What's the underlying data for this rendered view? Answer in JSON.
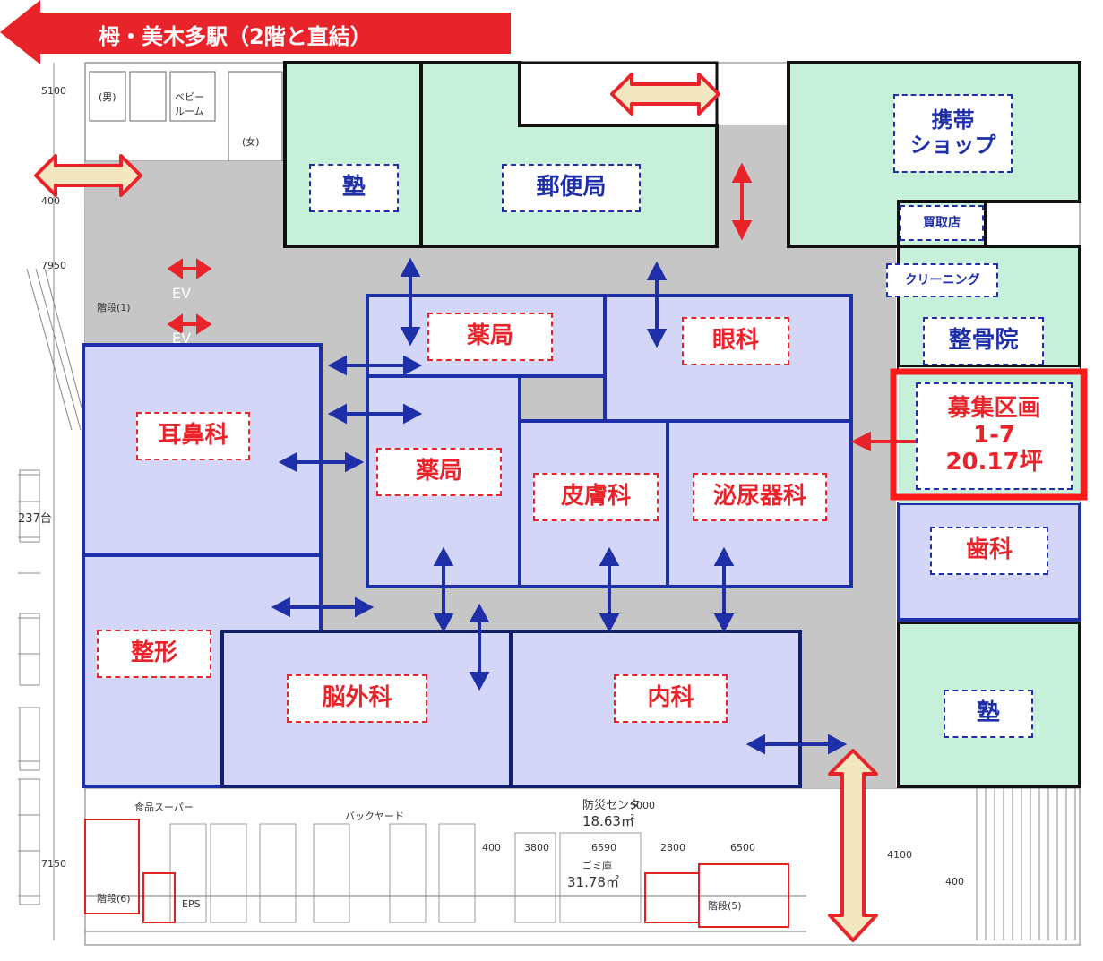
{
  "banner": {
    "label": "栂・美木多駅（2階と直結）",
    "color": "#e8232a"
  },
  "legend_colors": {
    "clinic_fill": "#d3d6f7",
    "clinic_border": "#1f2fa8",
    "existing_tenant_fill": "#c7f0da",
    "corridor_fill": "#c6c6c6",
    "highlight_border": "#ff1a1a",
    "arrow_blue": "#1f2fa8",
    "arrow_red": "#e8232a",
    "arrow_beige": "#f3e7c1"
  },
  "tenants": {
    "juku_top": "塾",
    "post_office": "郵便局",
    "mobile_shop": "携帯\nショップ",
    "kaitori": "買取店",
    "cleaning": "クリーニング",
    "seikotsuin": "整骨院",
    "juku_bottom": "塾"
  },
  "clinics": {
    "pharmacy_top": "薬局",
    "ophthalmology": "眼科",
    "ent": "耳鼻科",
    "pharmacy_center": "薬局",
    "dermatology": "皮膚科",
    "urology": "泌尿器科",
    "dentistry": "歯科",
    "orthopedics": "整形",
    "neurosurgery": "脳外科",
    "internal_medicine": "内科"
  },
  "recruit": {
    "title": "募集区画",
    "section": "1-7",
    "area": "20.17坪"
  },
  "floor_notes": {
    "ev_1": "EV",
    "ev_2": "EV",
    "stairs_1": "階段(1)",
    "stairs_6": "階段(6)",
    "stairs_5": "階段(5)",
    "supermarket": "食品スーパー",
    "backyard": "バックヤード",
    "disaster_center": "防災センタ",
    "disaster_area": "18.63㎡",
    "garbage": "ゴミ庫",
    "garbage_area": "31.78㎡",
    "eps": "EPS",
    "dim_5100": "5100",
    "dim_400a": "400",
    "dim_7950": "7950",
    "dim_7150": "7150",
    "dim_3800": "3800",
    "dim_6590": "6590",
    "dim_2800": "2800",
    "dim_6500": "6500",
    "dim_400b": "400",
    "dim_400c": "400",
    "dim_5000": "5000",
    "women_wc": "(女)",
    "men_wc": "(男)",
    "baby_room": "ベビー\nルーム",
    "count_237": "237台",
    "dim_4100": "4100"
  }
}
